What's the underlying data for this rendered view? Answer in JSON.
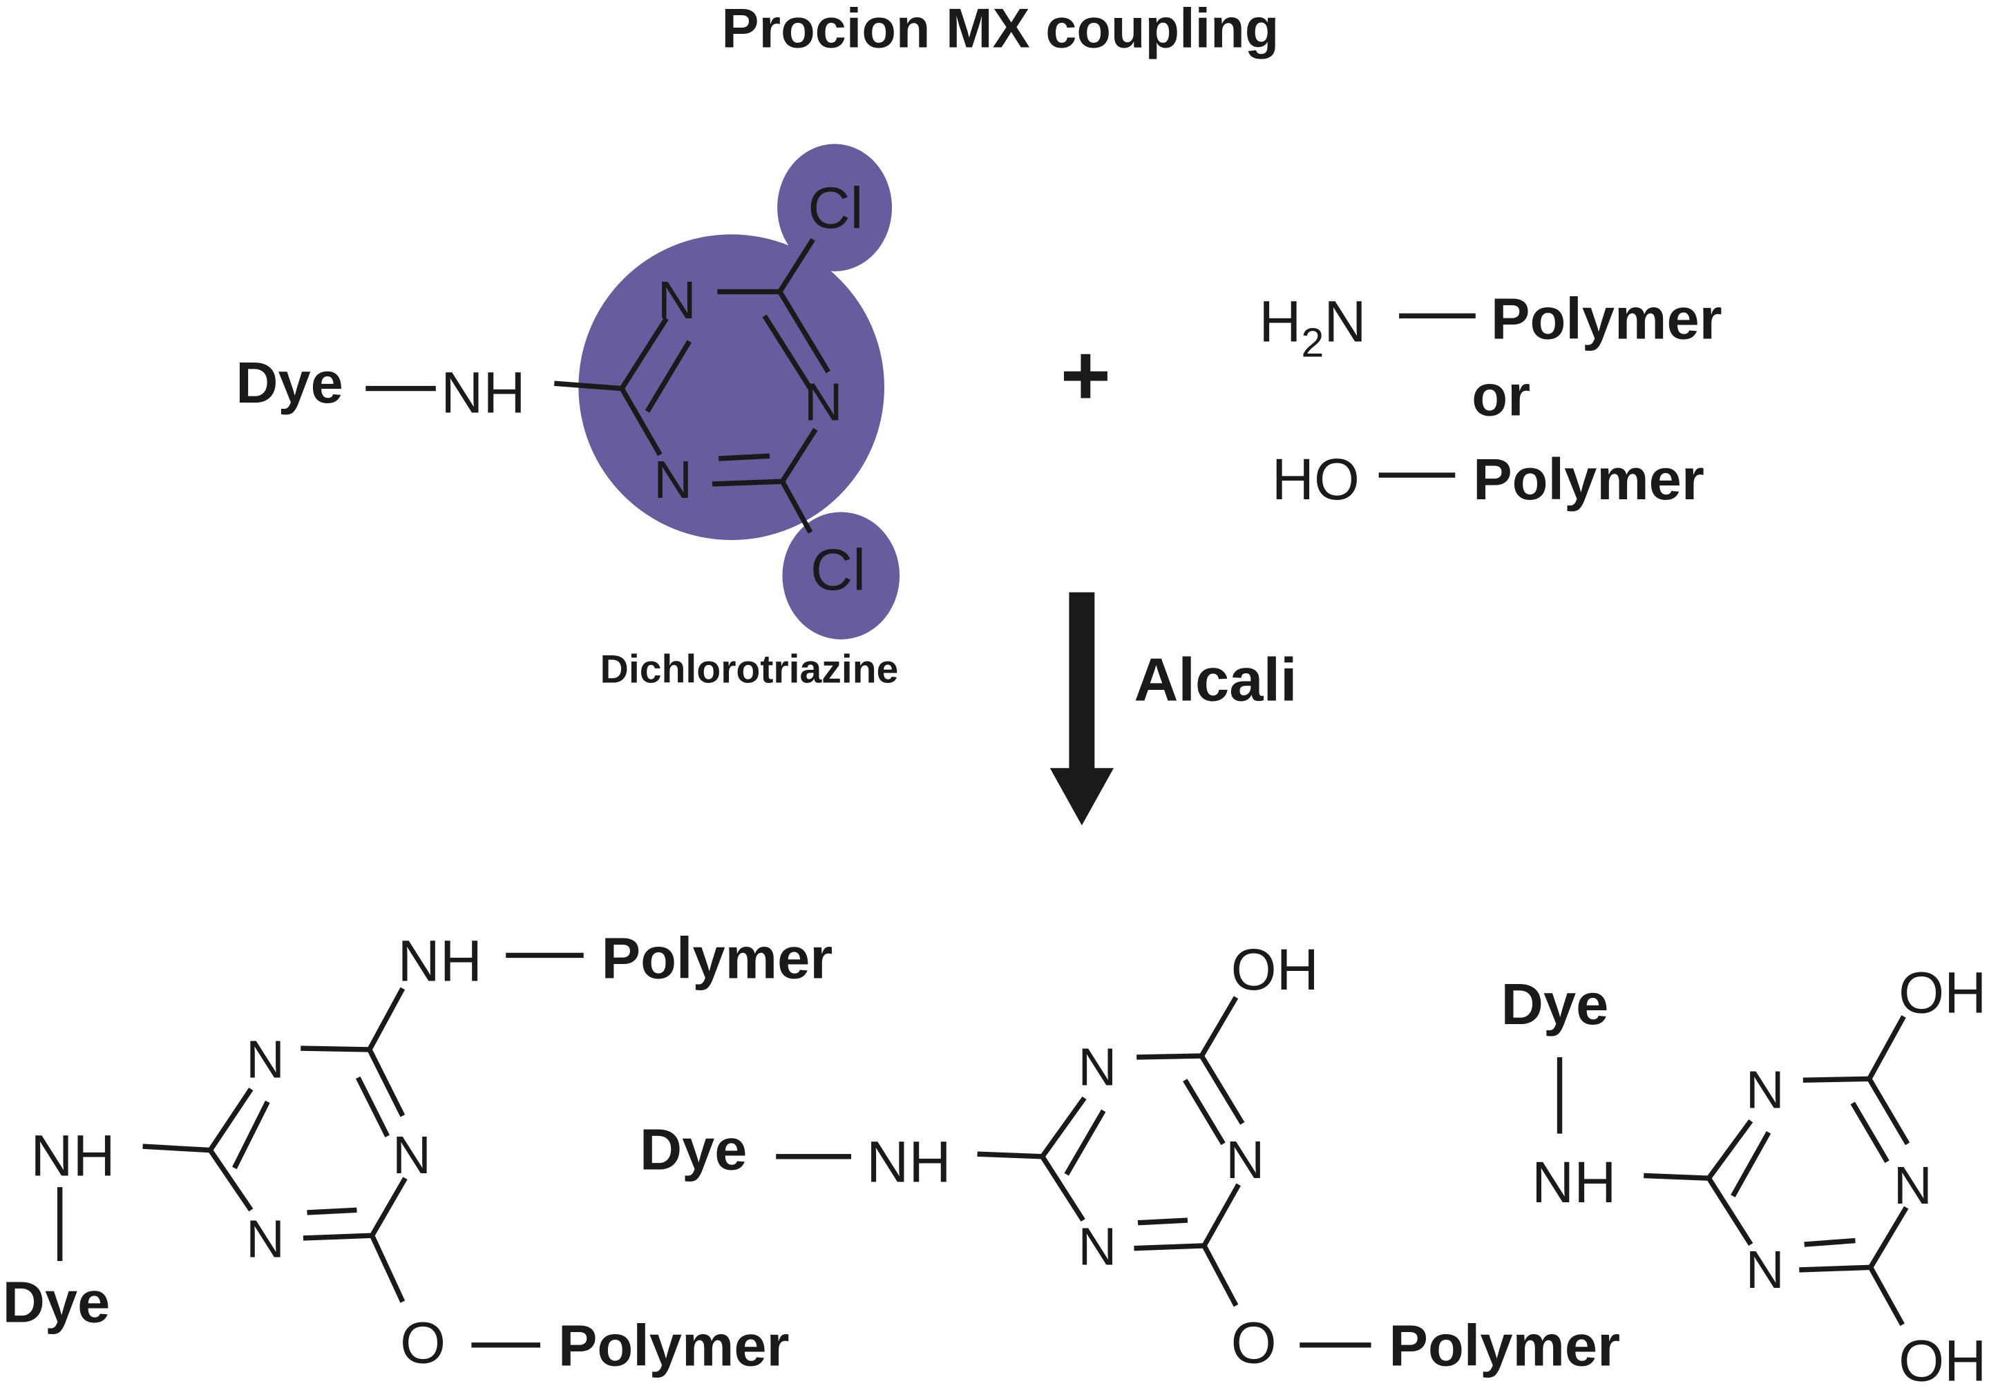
{
  "title": "Procion MX coupling",
  "colors": {
    "highlight": "#665c9e",
    "ink": "#1a1a1a",
    "background": "#ffffff"
  },
  "reactant": {
    "dye_label": "Dye",
    "nh_label": "NH",
    "ring_atoms": [
      "N",
      "N",
      "N"
    ],
    "substituents": [
      "Cl",
      "Cl"
    ],
    "caption": "Dichlorotriazine"
  },
  "plus_sign": "+",
  "co_reactants": {
    "amine": {
      "prefix": "H",
      "subscript": "2",
      "suffix": "N",
      "polymer": "Polymer"
    },
    "or_label": "or",
    "hydroxyl": {
      "group": "HO",
      "polymer": "Polymer"
    }
  },
  "reaction_condition": "Alcali",
  "products": [
    {
      "name": "di-polymer-product",
      "ring_atoms": [
        "N",
        "N",
        "N"
      ],
      "top_group": "NH",
      "top_polymer": "Polymer",
      "left_group": "NH",
      "left_dye": "Dye",
      "bottom_group": "O",
      "bottom_polymer": "Polymer"
    },
    {
      "name": "mono-polymer-product",
      "ring_atoms": [
        "N",
        "N",
        "N"
      ],
      "top_group": "OH",
      "left_dye": "Dye",
      "left_group": "NH",
      "bottom_group": "O",
      "bottom_polymer": "Polymer"
    },
    {
      "name": "hydrolysed-product",
      "ring_atoms": [
        "N",
        "N",
        "N"
      ],
      "top_dye": "Dye",
      "left_group": "NH",
      "top_group": "OH",
      "bottom_group": "OH"
    }
  ]
}
